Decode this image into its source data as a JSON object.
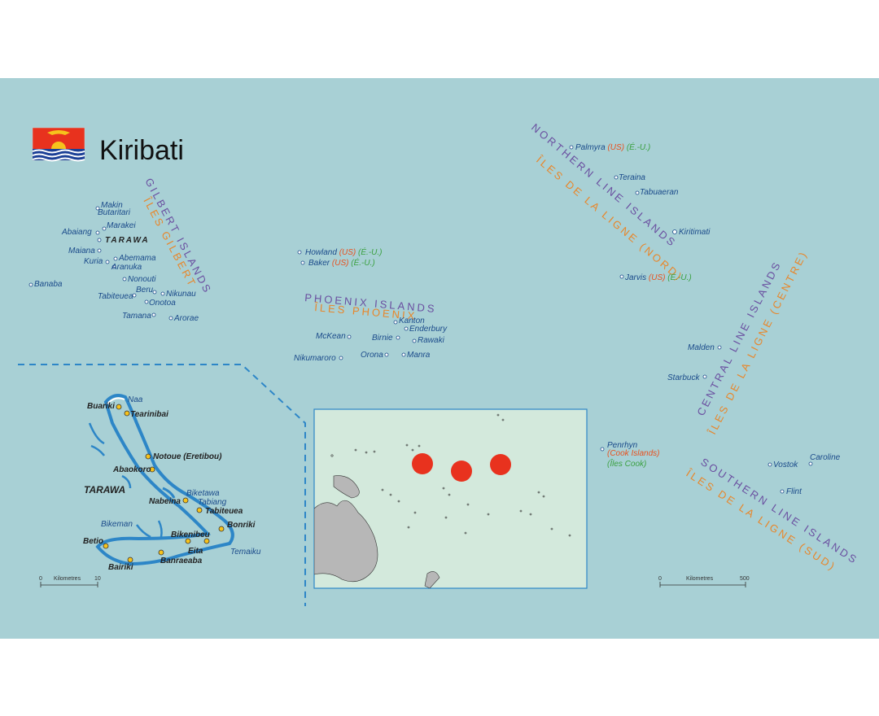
{
  "title": "Kiribati",
  "colors": {
    "ocean": "#a8d0d5",
    "inset_ocean": "#d3e9dc",
    "land": "#b7b7b7",
    "purple": "#6a4fa0",
    "orange": "#e8862a",
    "label": "#1a4a8a",
    "red": "#e8321e"
  },
  "regions": {
    "gilbert_en": "GILBERT ISLANDS",
    "gilbert_fr": "ÎLES GILBERT",
    "phoenix_en": "PHOENIX ISLANDS",
    "phoenix_fr": "ÎLES PHOENIX",
    "northern_en": "NORTHERN LINE ISLANDS",
    "northern_fr": "ÎLES DE LA LIGNE (NORD)",
    "central_en": "CENTRAL LINE ISLANDS",
    "central_fr": "ÎLES DE LA LIGNE (CENTRE)",
    "southern_en": "SOUTHERN LINE ISLANDS",
    "southern_fr": "ÎLES DE LA LIGNE (SUD)"
  },
  "gilbert": {
    "makin": "Makin",
    "butaritari": "Butaritari",
    "marakei": "Marakei",
    "abaiang": "Abaiang",
    "tarawa": "TARAWA",
    "maiana": "Maiana",
    "abemama": "Abemama",
    "kuria": "Kuria",
    "aranuka": "Aranuka",
    "nonouti": "Nonouti",
    "banaba": "Banaba",
    "beru": "Beru",
    "tabiteuea": "Tabiteuea",
    "nikunau": "Nikunau",
    "onotoa": "Onotoa",
    "tamana": "Tamana",
    "arorae": "Arorae"
  },
  "phoenix": {
    "howland": "Howland",
    "baker": "Baker",
    "us": "(US)",
    "eu": "(É.-U.)",
    "kanton": "Kanton",
    "enderbury": "Enderbury",
    "mckean": "McKean",
    "birnie": "Birnie",
    "rawaki": "Rawaki",
    "nikumaroro": "Nikumaroro",
    "orona": "Orona",
    "manra": "Manra"
  },
  "line": {
    "palmyra": "Palmyra",
    "teraina": "Teraina",
    "tabuaeran": "Tabuaeran",
    "kiritimati": "Kiritimati",
    "jarvis": "Jarvis",
    "malden": "Malden",
    "starbuck": "Starbuck",
    "penrhyn": "Penrhyn",
    "cook": "(Cook Islands)",
    "cook_fr": "(Îles Cook)",
    "vostok": "Vostok",
    "caroline": "Caroline",
    "flint": "Flint"
  },
  "tarawa_inset": {
    "name": "TARAWA",
    "buariki": "Buariki",
    "naa": "Naa",
    "tearinibai": "Tearinibai",
    "notoue": "Notoue (Eretibou)",
    "abaokoro": "Abaokoro",
    "biketawa": "Biketawa",
    "tabiang": "Tabiang",
    "nabeina": "Nabeina",
    "tabiteuea": "Tabiteuea",
    "bonriki": "Bonriki",
    "bikeman": "Bikeman",
    "bikenibeu": "Bikenibeu",
    "betio": "Betio",
    "eita": "Eita",
    "temaiku": "Temaiku",
    "bairiki": "Bairiki",
    "banraeaba": "Banraeaba"
  },
  "scales": {
    "left": {
      "label": "Kilometres",
      "min": "0",
      "max": "10"
    },
    "right": {
      "label": "Kilometres",
      "min": "0",
      "max": "500"
    }
  }
}
